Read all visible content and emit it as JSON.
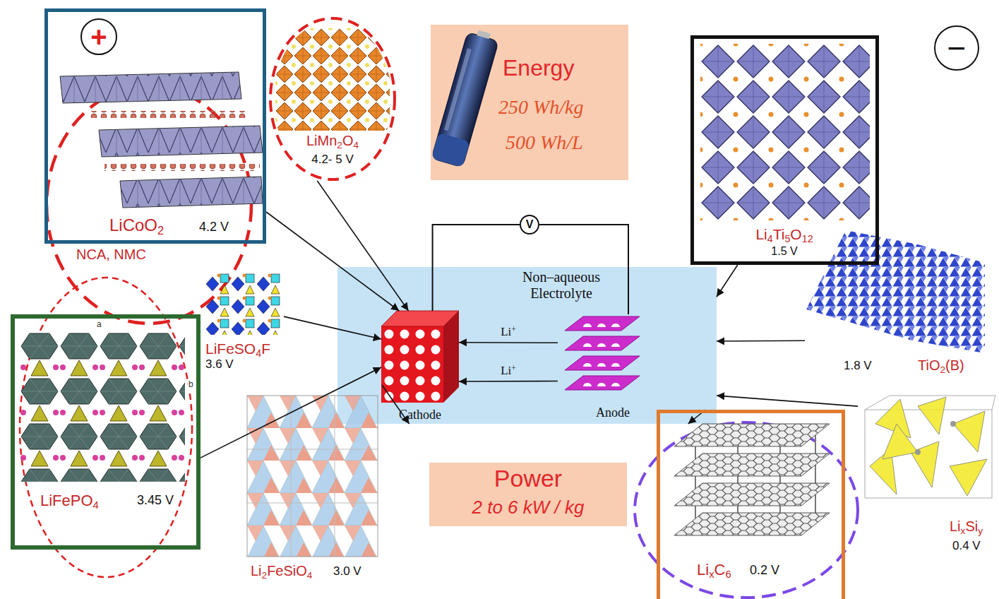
{
  "diagram": {
    "nodes": [
      {
        "text": [
          "LiCoO2",
          "4.2 V",
          "NCA, NMC"
        ]
      },
      {
        "text": [
          "+"
        ],
        "in": 0
      },
      {
        "text": [
          "LiMn2O4",
          "4.2- 5 V"
        ]
      },
      {
        "text": [
          "Energy",
          "250 Wh/kg",
          "500 Wh/L"
        ]
      },
      {
        "text": [
          "Li4Ti5O12",
          "1.5 V"
        ]
      },
      {
        "text": [
          "−"
        ]
      },
      {
        "text": [
          "V"
        ]
      },
      {
        "text": [
          "Non–aqueous Electrolyte"
        ]
      },
      {
        "text": [
          "Cathode"
        ],
        "in": 7
      },
      {
        "text": [
          "Anode"
        ],
        "in": 7
      },
      {
        "text": [
          "LiFeSO4F",
          "3.6 V"
        ]
      },
      {
        "text": [
          "1.8 V",
          "TiO2(B)"
        ]
      },
      {
        "text": [
          "LiFePO4",
          "3.45 V"
        ]
      },
      {
        "text": [
          "Li2FeSiO4",
          "3.0 V"
        ]
      },
      {
        "text": [
          "Power",
          "2 to 6 kW / kg"
        ]
      },
      {
        "text": [
          "LixC6",
          "0.2 V"
        ]
      },
      {
        "text": [
          "LixSiy",
          "0.4 V"
        ]
      }
    ],
    "edges": [
      {
        "from": 0,
        "to": 8,
        "arrow": "to"
      },
      {
        "from": 2,
        "to": 8,
        "arrow": "to"
      },
      {
        "from": 10,
        "to": 8,
        "arrow": "to"
      },
      {
        "from": 12,
        "to": 8,
        "arrow": "to"
      },
      {
        "from": 13,
        "to": 8,
        "arrow": "to"
      },
      {
        "from": 4,
        "to": 7,
        "arrow": "to"
      },
      {
        "from": 11,
        "to": 7,
        "arrow": "to"
      },
      {
        "from": 16,
        "to": 7,
        "arrow": "to"
      },
      {
        "from": 15,
        "to": 7,
        "arrow": "to"
      },
      {
        "from": 6,
        "to": 8,
        "arrow": "none"
      },
      {
        "from": 6,
        "to": 9,
        "arrow": "none"
      },
      {
        "from": 9,
        "to": 8,
        "label": "Li+",
        "arrow": "to"
      },
      {
        "from": 9,
        "to": 8,
        "label": "Li+",
        "arrow": "to"
      }
    ],
    "labels": [
      "a",
      "b"
    ]
  }
}
